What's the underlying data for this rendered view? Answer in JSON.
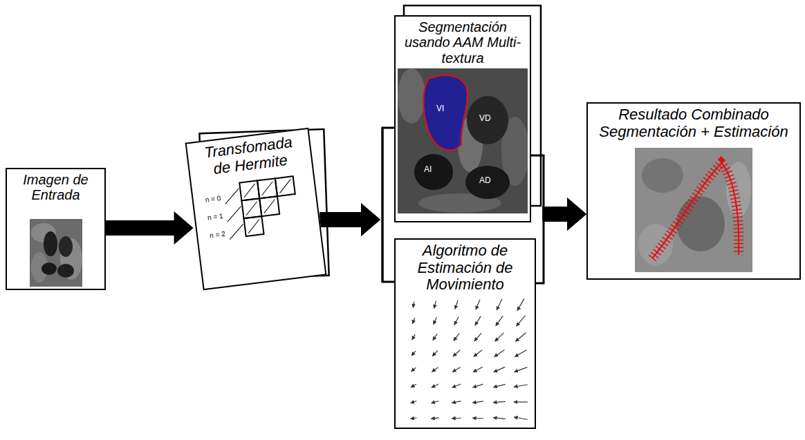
{
  "diagram": {
    "nodes": [
      {
        "text": [
          "Imagen de Entrada"
        ]
      },
      {
        "text": [
          "Transfomada de Hermite"
        ]
      },
      {
        "text": [
          "Segmentación usando AAM Multi-textura"
        ]
      },
      {
        "text": [
          "Algoritmo de Estimación de Movimiento"
        ]
      },
      {
        "text": [
          "Resultado Combinado Segmentación + Estimación"
        ]
      }
    ],
    "edges": [
      {
        "from": 0,
        "to": 1,
        "arrow": "to"
      },
      {
        "from": 1,
        "to": 2,
        "arrow": "to"
      },
      {
        "from": 1,
        "to": 3,
        "arrow": "to"
      },
      {
        "from": 2,
        "to": 4,
        "arrow": "to"
      },
      {
        "from": 3,
        "to": 4,
        "arrow": "to"
      }
    ],
    "labels": [
      "n = 0",
      "n = 1",
      "n = 2",
      "VI",
      "VD",
      "AI",
      "AD"
    ]
  }
}
